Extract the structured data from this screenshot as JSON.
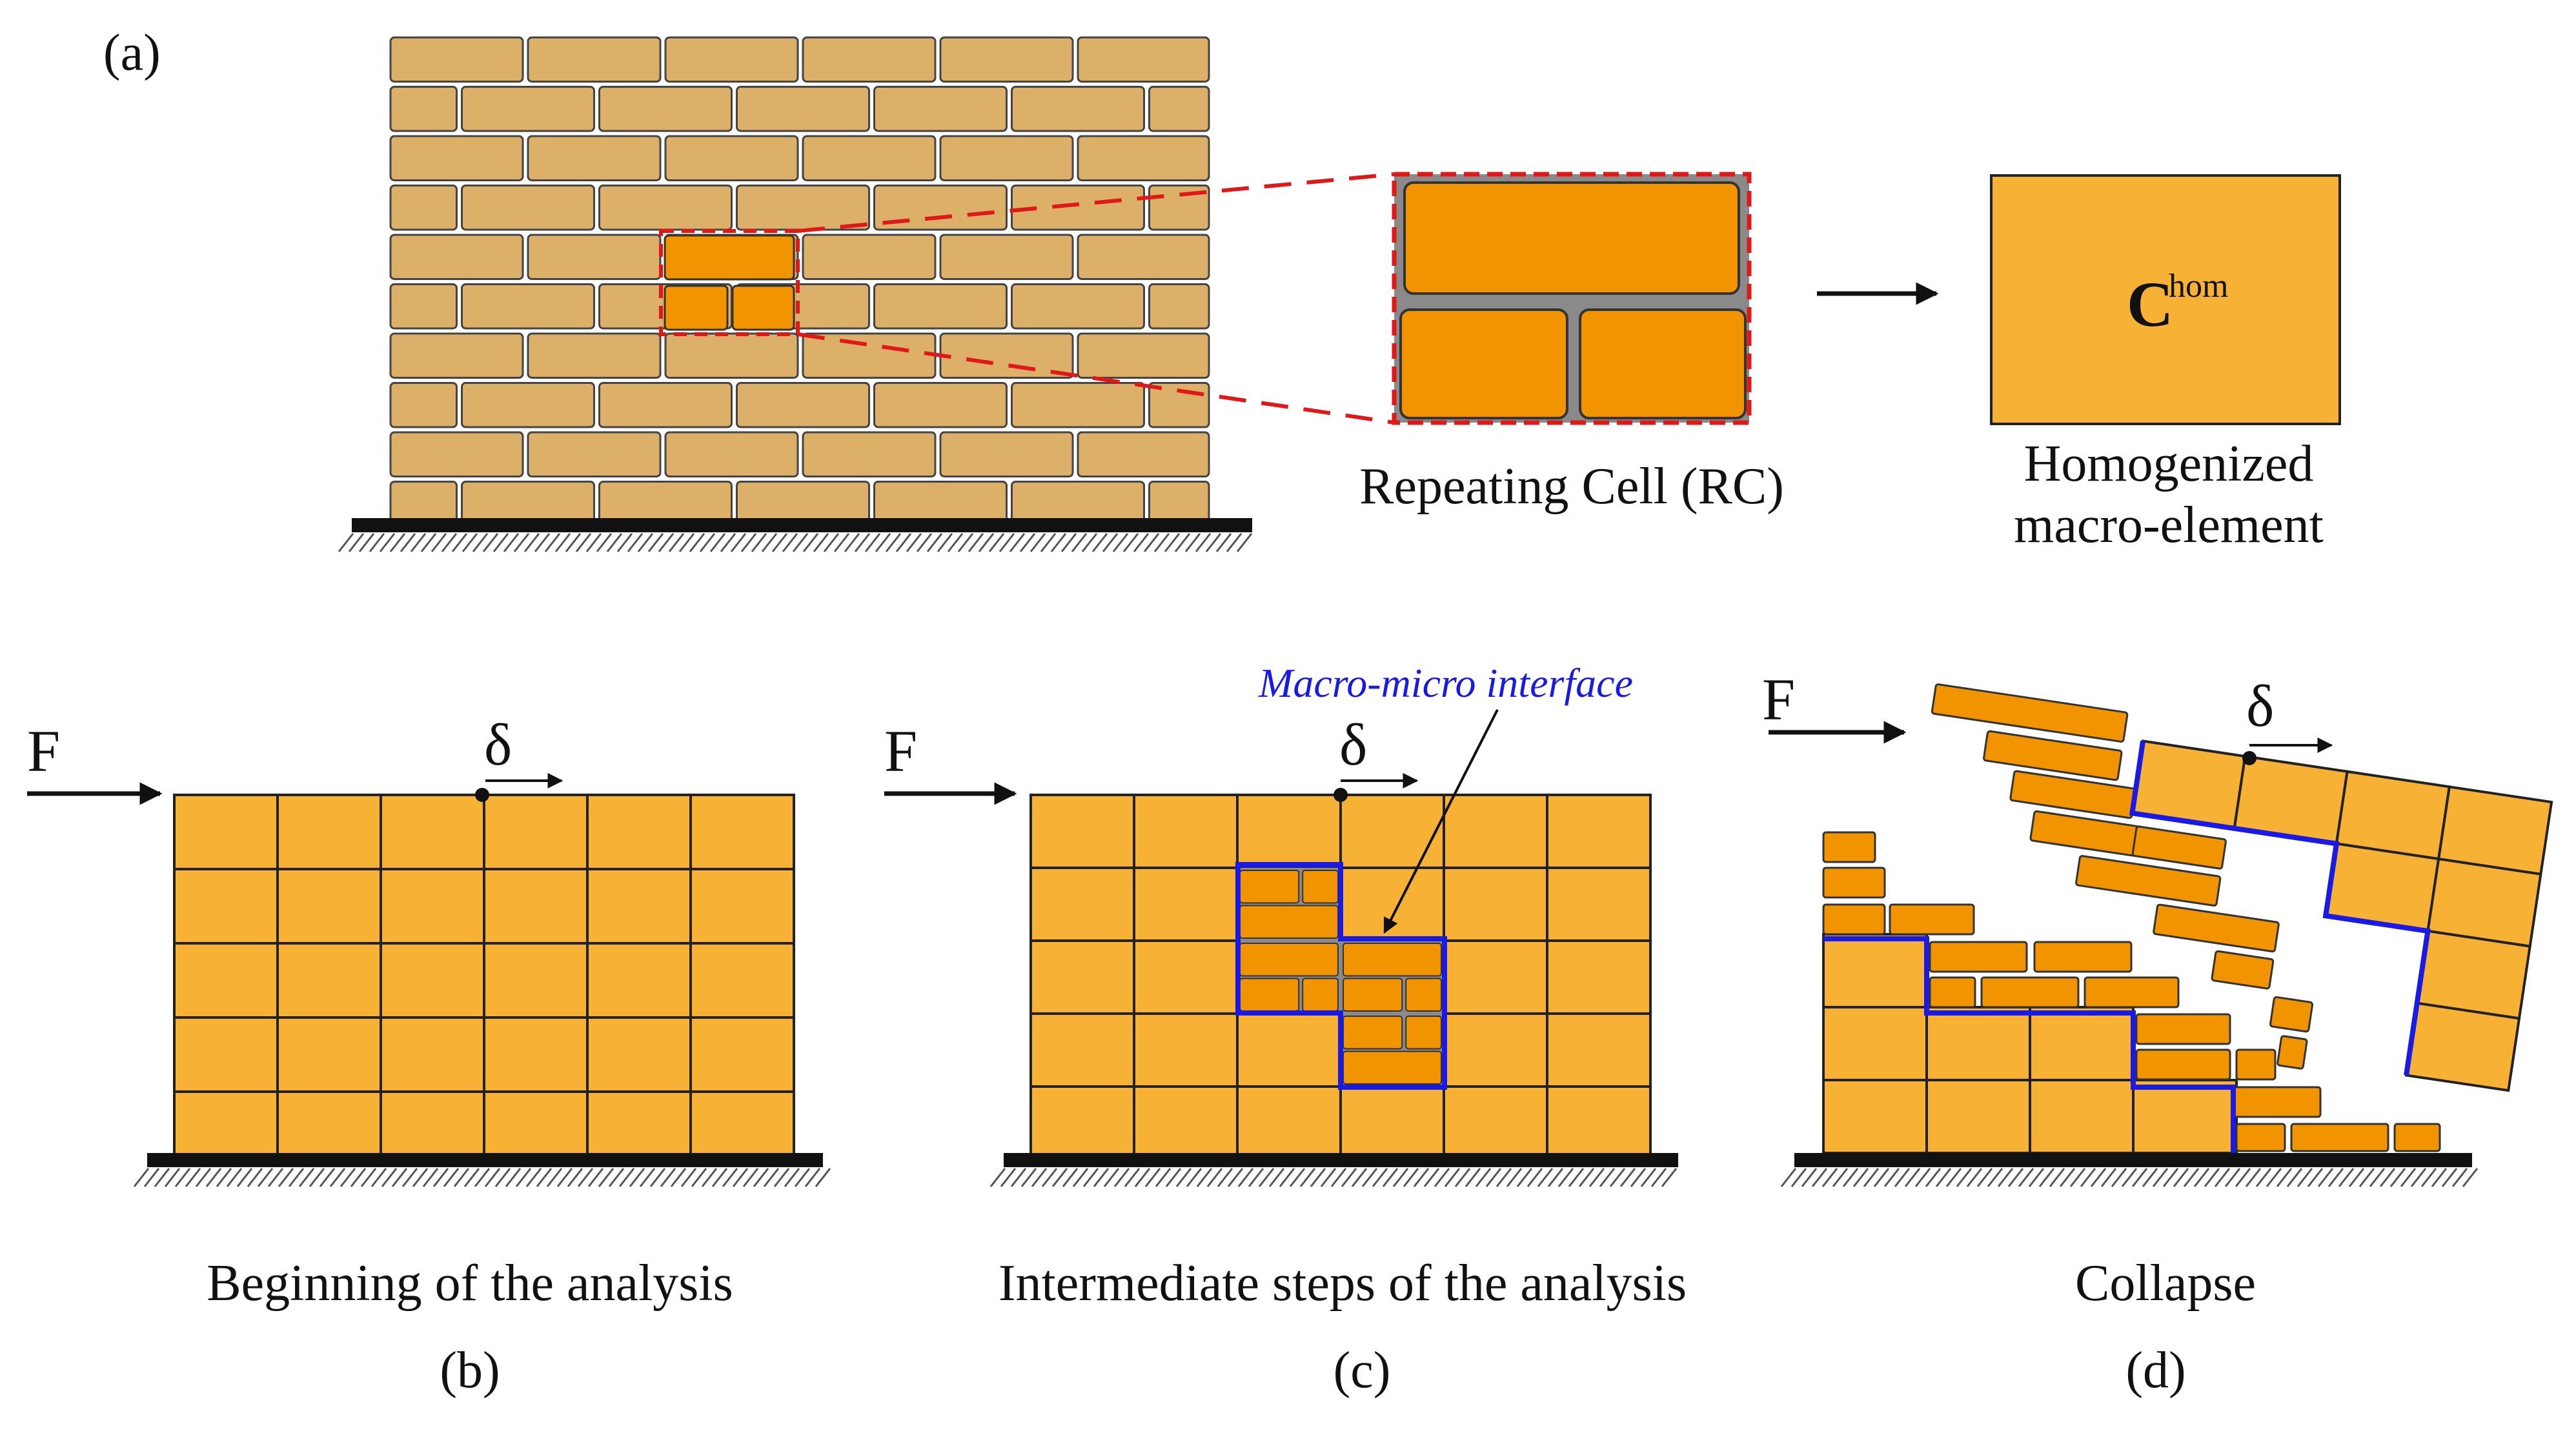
{
  "colors": {
    "brick": "#ddb06a",
    "rc_brick": "#f29400",
    "macro_element": "#f7b236",
    "mortar": "#8a8a8a",
    "outline": "#222222",
    "zoom_dash": "#e01818",
    "interface": "#1a1ae6",
    "ground": "#111111"
  },
  "panels": {
    "a": {
      "label": "(a)",
      "rc_caption": "Repeating Cell (RC)",
      "hom_symbol": "C",
      "hom_superscript": "hom",
      "hom_caption_line1": "Homogenized",
      "hom_caption_line2": "macro-element"
    },
    "b": {
      "label": "(b)",
      "caption": "Beginning of the analysis",
      "force": "F",
      "displacement": "δ"
    },
    "c": {
      "label": "(c)",
      "caption": "Intermediate steps of the analysis",
      "force": "F",
      "displacement": "δ",
      "interface_label": "Macro-micro interface"
    },
    "d": {
      "label": "(d)",
      "caption": "Collapse",
      "force": "F",
      "displacement": "δ"
    }
  },
  "icons": {
    "arrow": "arrow-right-icon",
    "ground": "ground-hatch-icon",
    "node": "control-node-icon"
  }
}
